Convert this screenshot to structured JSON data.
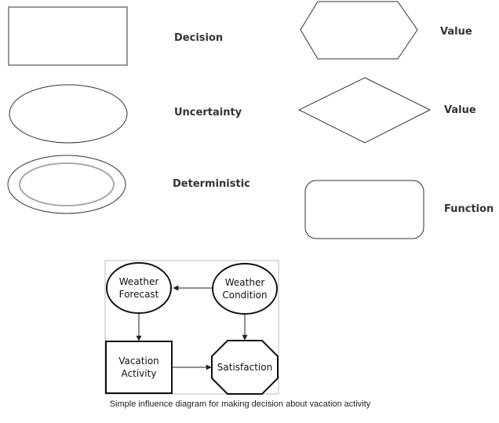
{
  "legend": {
    "decision": "Decision",
    "uncertainty": "Uncertainty",
    "deterministic": "Deterministic",
    "value_hexagon": "Value",
    "value_diamond": "Value",
    "function": "Function"
  },
  "diagram": {
    "weather_forecast": [
      "Weather",
      "Forecast"
    ],
    "weather_condition": [
      "Weather",
      "Condition"
    ],
    "vacation_activity": [
      "Vacation",
      "Activity"
    ],
    "satisfaction": "Satisfaction",
    "caption": "Simple influence diagram for making decision about vacation activity"
  },
  "colors": {
    "outline": "#333333",
    "deterministic_inner": "#aaaaaa",
    "frame": "#bbbbbb"
  }
}
